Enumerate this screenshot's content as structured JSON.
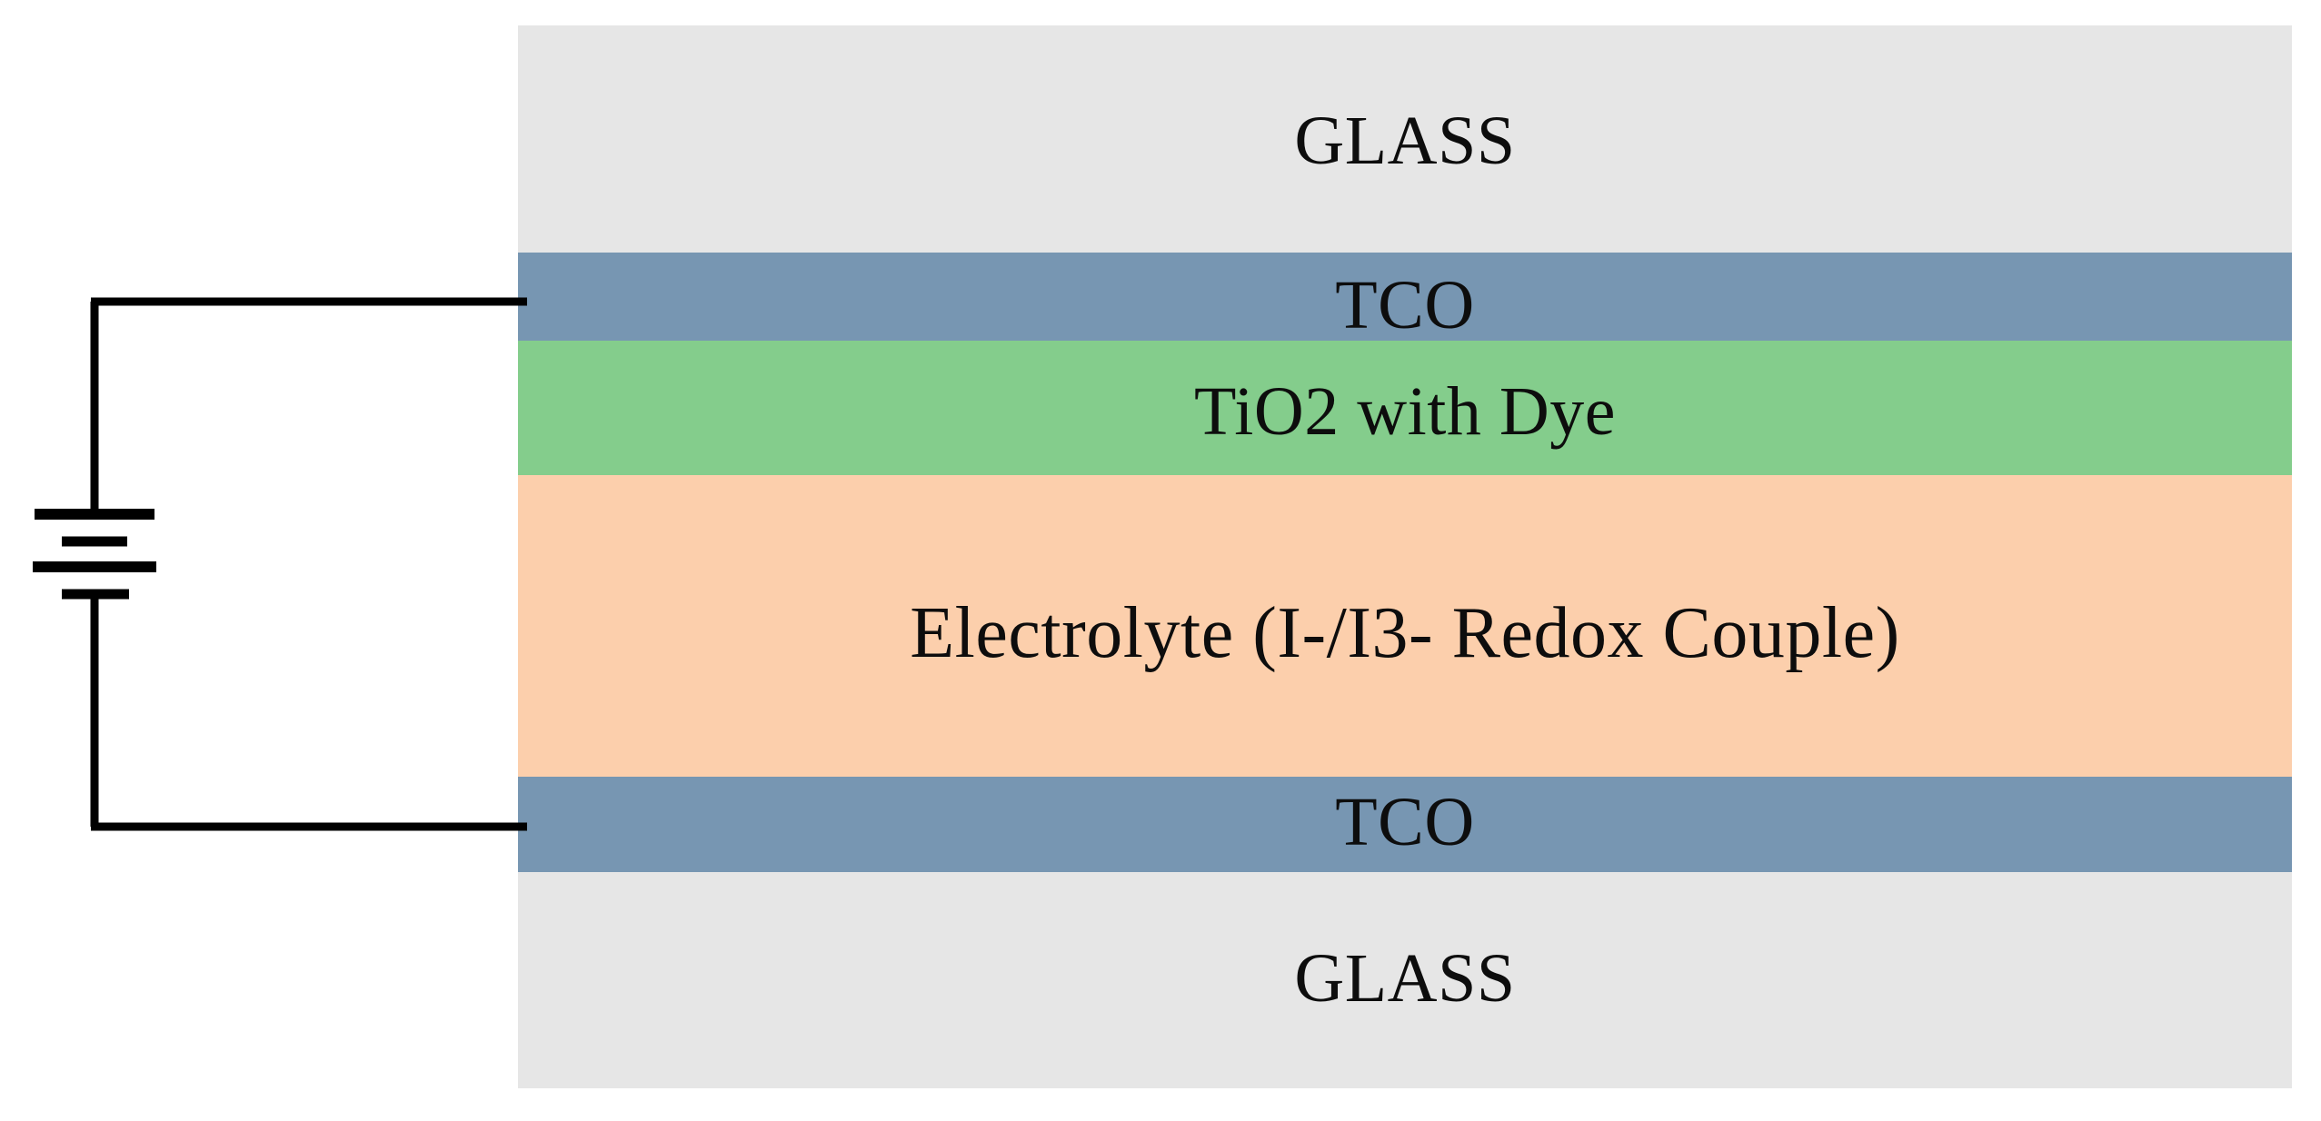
{
  "figure": {
    "type": "cross-section-diagram",
    "subject": "Dye-sensitized solar cell (DSSC) layer stack with external circuit",
    "background_color": "#ffffff"
  },
  "stack": {
    "layers": [
      {
        "id": "glass-top",
        "label": "GLASS",
        "color": "#e6e6e6"
      },
      {
        "id": "tco-top",
        "label": "TCO",
        "color": "#7796b2"
      },
      {
        "id": "tio2",
        "label": "TiO2 with Dye",
        "color": "#84cd8c"
      },
      {
        "id": "electrolyte",
        "label": "Electrolyte (I-/I3- Redox Couple)",
        "color": "#fccfac"
      },
      {
        "id": "tco-bottom",
        "label": "TCO",
        "color": "#7796b2"
      },
      {
        "id": "glass-bottom",
        "label": "GLASS",
        "color": "#e6e6e6"
      }
    ]
  },
  "circuit": {
    "component": "battery-cell",
    "line_color": "#000000",
    "top_lead_label": "",
    "bottom_lead_label": ""
  }
}
